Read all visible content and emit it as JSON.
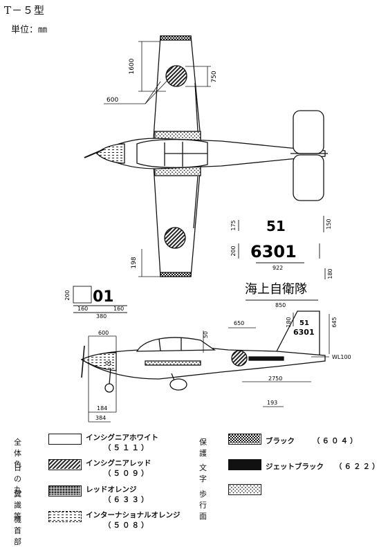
{
  "header": {
    "title": "T－５型",
    "unit": "単位：㎜"
  },
  "top_view": {
    "dims": [
      "1600",
      "750",
      "600",
      "198"
    ]
  },
  "markings": {
    "number_small": "51",
    "number_small_dims": [
      "175",
      "150"
    ],
    "number_large": "6301",
    "number_large_dims": [
      "200",
      "922",
      "180"
    ],
    "jmsdf_text": "海上自衛隊",
    "jmsdf_dim": "850",
    "tail_digits": "01",
    "tail_dims": [
      "200",
      "160",
      "380",
      "160"
    ]
  },
  "side_view": {
    "dims": [
      "650",
      "180",
      "645",
      "600",
      "50",
      "WL100",
      "2750",
      "193",
      "184",
      "384"
    ],
    "small_label": "01",
    "tail_text": [
      "51",
      "6301"
    ]
  },
  "legend": {
    "items": [
      {
        "label": "全体色",
        "name": "インシグニアホワイト",
        "code": "（５１１）",
        "pattern": "white"
      },
      {
        "label": "日の丸",
        "name": "インシグニアレッド",
        "code": "（５０９）",
        "pattern": "hatch"
      },
      {
        "label": "翼識等",
        "name": "レッドオレンジ",
        "code": "（６３３）",
        "pattern": "dots"
      },
      {
        "label": "機首部",
        "name": "インターナショナルオレンジ",
        "code": "（５０８）",
        "pattern": "dash"
      },
      {
        "label": "保　護",
        "name": "ブラック",
        "code": "（６０４）",
        "pattern": "check"
      },
      {
        "label": "文　字",
        "name": "ジェットブラック",
        "code": "（６２２）",
        "pattern": "black"
      },
      {
        "label": "歩行面",
        "name": "",
        "code": "",
        "pattern": "xdots"
      }
    ]
  }
}
